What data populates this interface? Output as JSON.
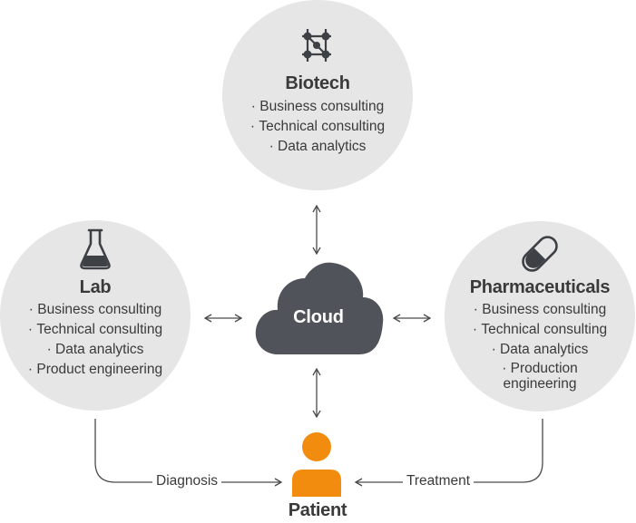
{
  "nodes": {
    "biotech": {
      "title": "Biotech",
      "items": [
        "Business consulting",
        "Technical consulting",
        "Data analytics"
      ],
      "icon": "molecule-icon"
    },
    "lab": {
      "title": "Lab",
      "items": [
        "Business consulting",
        "Technical consulting",
        "Data analytics",
        "Product engineering"
      ],
      "icon": "flask-icon"
    },
    "pharmaceuticals": {
      "title": "Pharmaceuticals",
      "items": [
        "Business consulting",
        "Technical consulting",
        "Data analytics",
        "Production engineering"
      ],
      "icon": "capsule-icon"
    },
    "cloud": {
      "title": "Cloud",
      "icon": "cloud-icon"
    },
    "patient": {
      "title": "Patient",
      "icon": "person-icon"
    }
  },
  "edges": {
    "diagnosis": "Diagnosis",
    "treatment": "Treatment"
  },
  "colors": {
    "circle_fill": "#e6e6e6",
    "cloud_fill": "#50545a",
    "icon_dark": "#3d4146",
    "patient_accent": "#f28c0f",
    "text": "#3a3a3a",
    "line": "#4a4a4a"
  }
}
